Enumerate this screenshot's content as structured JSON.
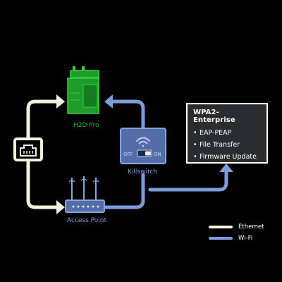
{
  "nodes": {
    "h2d": {
      "label": "H2D Pro"
    },
    "killswitch": {
      "label": "Killswitch",
      "off_label": "OFF",
      "on_label": "ON"
    },
    "access_point": {
      "label": "Access Point"
    }
  },
  "info_box": {
    "title": "WPA2-Enterprise",
    "items": [
      "EAP-PEAP",
      "File Transfer",
      "Firmware Update"
    ]
  },
  "legend": {
    "ethernet": {
      "label": "Ethernet",
      "color": "#f4f1dc"
    },
    "wifi": {
      "label": "Wi-Fi",
      "color": "#7e9cd8"
    }
  },
  "colors": {
    "printer": "#1f9b2a",
    "wifi_node_fill": "#536da8",
    "wifi_node_stroke": "#8aa4dd",
    "background": "#000000"
  },
  "icons": [
    "printer-icon",
    "ethernet-port-icon",
    "router-icon",
    "wifi-icon",
    "toggle-switch-icon"
  ]
}
